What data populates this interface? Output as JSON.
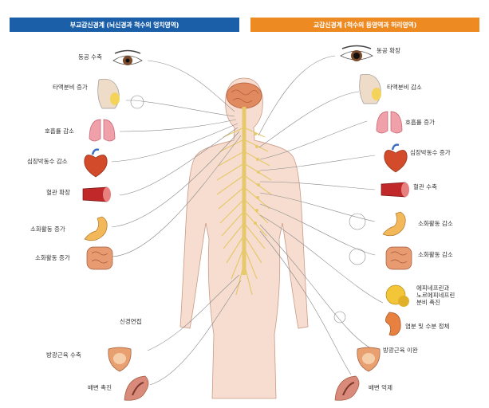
{
  "colors": {
    "left_banner": "#1a5fa8",
    "right_banner": "#ee8a22",
    "nerve": "#e6c96a",
    "body_fill": "#f6ddd0"
  },
  "left_title": "부교감신경계 (뇌신경과 척수의 엉치영역)",
  "right_title": "교감신경계 (척수의 등영역과 허리영역)",
  "left_labels": [
    "동공 수축",
    "타액분비 증가",
    "호흡률 감소",
    "심장박동수 감소",
    "혈관 확장",
    "소화활동 증가",
    "소화활동 증가",
    "신경연접",
    "방광근육 수축",
    "배변 촉진"
  ],
  "right_labels": [
    "동공 확장",
    "타액분비 감소",
    "호흡률 증가",
    "심장박동수 증가",
    "혈관 수축",
    "소화활동 감소",
    "소화활동 감소",
    "에피네프린과",
    "노르에피네프린",
    "분비 촉진",
    "염분 및 수분 정체",
    "방광근육 이완",
    "배변 억제"
  ]
}
